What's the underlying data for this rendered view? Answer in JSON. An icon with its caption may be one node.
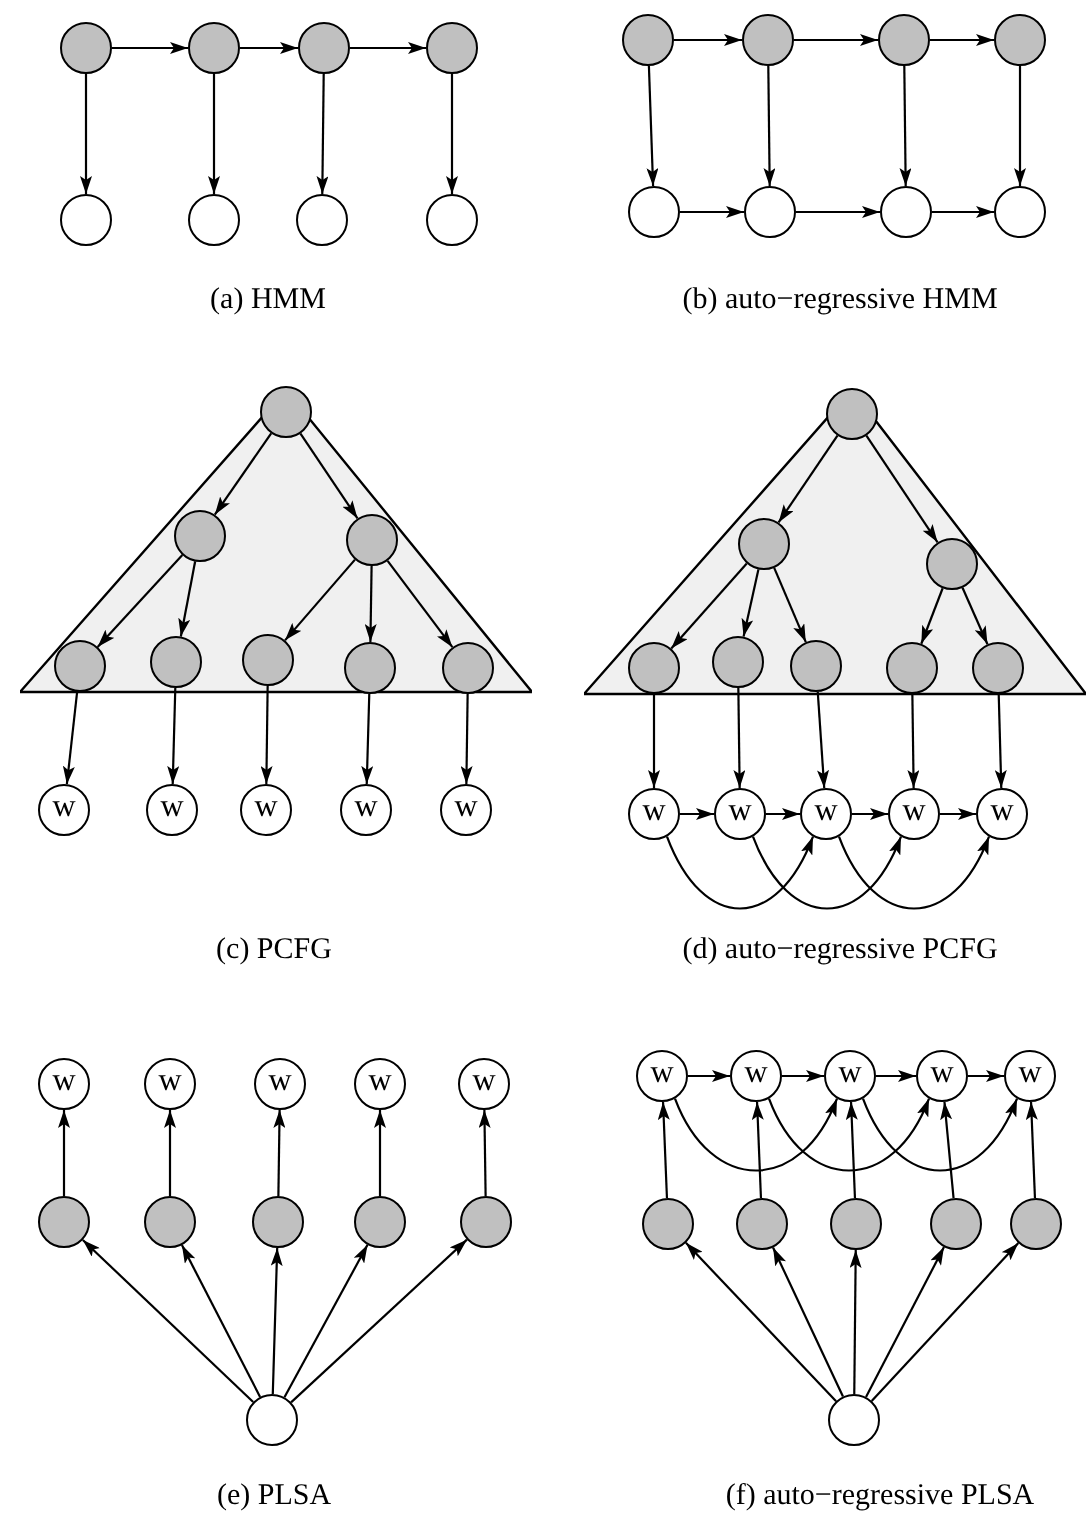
{
  "diagram": {
    "nodes": [
      {
        "text": [],
        "shape": "circle"
      },
      {
        "text": [],
        "shape": "circle"
      },
      {
        "text": [],
        "shape": "circle"
      },
      {
        "text": [],
        "shape": "circle"
      },
      {
        "text": [],
        "shape": "circle"
      },
      {
        "text": [],
        "shape": "circle"
      },
      {
        "text": [],
        "shape": "circle"
      },
      {
        "text": [],
        "shape": "circle"
      },
      {
        "text": [],
        "shape": "circle"
      },
      {
        "text": [],
        "shape": "circle"
      },
      {
        "text": [],
        "shape": "circle"
      },
      {
        "text": [],
        "shape": "circle"
      },
      {
        "text": [],
        "shape": "circle"
      },
      {
        "text": [],
        "shape": "circle"
      },
      {
        "text": [],
        "shape": "circle"
      },
      {
        "text": [],
        "shape": "circle"
      },
      {
        "text": [],
        "shape": "triangle"
      },
      {
        "text": [],
        "shape": "circle",
        "in": 16
      },
      {
        "text": [],
        "shape": "circle",
        "in": 16
      },
      {
        "text": [],
        "shape": "circle",
        "in": 16
      },
      {
        "text": [],
        "shape": "circle",
        "in": 16
      },
      {
        "text": [],
        "shape": "circle",
        "in": 16
      },
      {
        "text": [],
        "shape": "circle",
        "in": 16
      },
      {
        "text": [],
        "shape": "circle",
        "in": 16
      },
      {
        "text": [],
        "shape": "circle",
        "in": 16
      },
      {
        "text": [
          "w"
        ]
      },
      {
        "text": [
          "w"
        ]
      },
      {
        "text": [
          "w"
        ]
      },
      {
        "text": [
          "w"
        ]
      },
      {
        "text": [
          "w"
        ]
      },
      {
        "text": [],
        "shape": "triangle"
      },
      {
        "text": [],
        "shape": "circle",
        "in": 30
      },
      {
        "text": [],
        "shape": "circle",
        "in": 30
      },
      {
        "text": [],
        "shape": "circle",
        "in": 30
      },
      {
        "text": [],
        "shape": "circle",
        "in": 30
      },
      {
        "text": [],
        "shape": "circle",
        "in": 30
      },
      {
        "text": [],
        "shape": "circle",
        "in": 30
      },
      {
        "text": [],
        "shape": "circle",
        "in": 30
      },
      {
        "text": [],
        "shape": "circle",
        "in": 30
      },
      {
        "text": [
          "w"
        ]
      },
      {
        "text": [
          "w"
        ]
      },
      {
        "text": [
          "w"
        ]
      },
      {
        "text": [
          "w"
        ]
      },
      {
        "text": [
          "w"
        ]
      },
      {
        "text": [
          "w"
        ]
      },
      {
        "text": [
          "w"
        ]
      },
      {
        "text": [
          "w"
        ]
      },
      {
        "text": [
          "w"
        ]
      },
      {
        "text": [
          "w"
        ]
      },
      {
        "text": [],
        "shape": "circle"
      },
      {
        "text": [],
        "shape": "circle"
      },
      {
        "text": [],
        "shape": "circle"
      },
      {
        "text": [],
        "shape": "circle"
      },
      {
        "text": [],
        "shape": "circle"
      },
      {
        "text": [],
        "shape": "circle"
      },
      {
        "text": [
          "w"
        ]
      },
      {
        "text": [
          "w"
        ]
      },
      {
        "text": [
          "w"
        ]
      },
      {
        "text": [
          "w"
        ]
      },
      {
        "text": [
          "w"
        ]
      },
      {
        "text": [],
        "shape": "circle"
      },
      {
        "text": [],
        "shape": "circle"
      },
      {
        "text": [],
        "shape": "circle"
      },
      {
        "text": [],
        "shape": "circle"
      },
      {
        "text": [],
        "shape": "circle"
      },
      {
        "text": [],
        "shape": "circle"
      }
    ],
    "edges": [
      {
        "from": 0,
        "to": 1,
        "arrow": "to"
      },
      {
        "from": 1,
        "to": 2,
        "arrow": "to"
      },
      {
        "from": 2,
        "to": 3,
        "arrow": "to"
      },
      {
        "from": 0,
        "to": 4,
        "arrow": "to"
      },
      {
        "from": 1,
        "to": 5,
        "arrow": "to"
      },
      {
        "from": 2,
        "to": 6,
        "arrow": "to"
      },
      {
        "from": 3,
        "to": 7,
        "arrow": "to"
      },
      {
        "from": 8,
        "to": 9,
        "arrow": "to"
      },
      {
        "from": 9,
        "to": 10,
        "arrow": "to"
      },
      {
        "from": 10,
        "to": 11,
        "arrow": "to"
      },
      {
        "from": 8,
        "to": 12,
        "arrow": "to"
      },
      {
        "from": 9,
        "to": 13,
        "arrow": "to"
      },
      {
        "from": 10,
        "to": 14,
        "arrow": "to"
      },
      {
        "from": 11,
        "to": 15,
        "arrow": "to"
      },
      {
        "from": 12,
        "to": 13,
        "arrow": "to"
      },
      {
        "from": 13,
        "to": 14,
        "arrow": "to"
      },
      {
        "from": 14,
        "to": 15,
        "arrow": "to"
      },
      {
        "from": 17,
        "to": 18,
        "arrow": "to"
      },
      {
        "from": 17,
        "to": 19,
        "arrow": "to"
      },
      {
        "from": 18,
        "to": 20,
        "arrow": "to"
      },
      {
        "from": 18,
        "to": 21,
        "arrow": "to"
      },
      {
        "from": 19,
        "to": 22,
        "arrow": "to"
      },
      {
        "from": 19,
        "to": 23,
        "arrow": "to"
      },
      {
        "from": 19,
        "to": 24,
        "arrow": "to"
      },
      {
        "from": 20,
        "to": 25,
        "arrow": "to"
      },
      {
        "from": 21,
        "to": 26,
        "arrow": "to"
      },
      {
        "from": 22,
        "to": 27,
        "arrow": "to"
      },
      {
        "from": 23,
        "to": 28,
        "arrow": "to"
      },
      {
        "from": 24,
        "to": 29,
        "arrow": "to"
      },
      {
        "from": 31,
        "to": 32,
        "arrow": "to"
      },
      {
        "from": 31,
        "to": 33,
        "arrow": "to"
      },
      {
        "from": 32,
        "to": 34,
        "arrow": "to"
      },
      {
        "from": 32,
        "to": 35,
        "arrow": "to"
      },
      {
        "from": 32,
        "to": 36,
        "arrow": "to"
      },
      {
        "from": 33,
        "to": 37,
        "arrow": "to"
      },
      {
        "from": 33,
        "to": 38,
        "arrow": "to"
      },
      {
        "from": 34,
        "to": 39,
        "arrow": "to"
      },
      {
        "from": 35,
        "to": 40,
        "arrow": "to"
      },
      {
        "from": 36,
        "to": 41,
        "arrow": "to"
      },
      {
        "from": 37,
        "to": 42,
        "arrow": "to"
      },
      {
        "from": 38,
        "to": 43,
        "arrow": "to"
      },
      {
        "from": 39,
        "to": 40,
        "arrow": "to"
      },
      {
        "from": 40,
        "to": 41,
        "arrow": "to"
      },
      {
        "from": 41,
        "to": 42,
        "arrow": "to"
      },
      {
        "from": 42,
        "to": 43,
        "arrow": "to"
      },
      {
        "from": 39,
        "to": 41,
        "arrow": "to"
      },
      {
        "from": 40,
        "to": 42,
        "arrow": "to"
      },
      {
        "from": 41,
        "to": 43,
        "arrow": "to"
      },
      {
        "from": 54,
        "to": 49,
        "arrow": "to"
      },
      {
        "from": 54,
        "to": 50,
        "arrow": "to"
      },
      {
        "from": 54,
        "to": 51,
        "arrow": "to"
      },
      {
        "from": 54,
        "to": 52,
        "arrow": "to"
      },
      {
        "from": 54,
        "to": 53,
        "arrow": "to"
      },
      {
        "from": 49,
        "to": 44,
        "arrow": "to"
      },
      {
        "from": 50,
        "to": 45,
        "arrow": "to"
      },
      {
        "from": 51,
        "to": 46,
        "arrow": "to"
      },
      {
        "from": 52,
        "to": 47,
        "arrow": "to"
      },
      {
        "from": 53,
        "to": 48,
        "arrow": "to"
      },
      {
        "from": 65,
        "to": 60,
        "arrow": "to"
      },
      {
        "from": 65,
        "to": 61,
        "arrow": "to"
      },
      {
        "from": 65,
        "to": 62,
        "arrow": "to"
      },
      {
        "from": 65,
        "to": 63,
        "arrow": "to"
      },
      {
        "from": 65,
        "to": 64,
        "arrow": "to"
      },
      {
        "from": 60,
        "to": 55,
        "arrow": "to"
      },
      {
        "from": 61,
        "to": 56,
        "arrow": "to"
      },
      {
        "from": 62,
        "to": 57,
        "arrow": "to"
      },
      {
        "from": 63,
        "to": 58,
        "arrow": "to"
      },
      {
        "from": 64,
        "to": 59,
        "arrow": "to"
      },
      {
        "from": 55,
        "to": 56,
        "arrow": "to"
      },
      {
        "from": 56,
        "to": 57,
        "arrow": "to"
      },
      {
        "from": 57,
        "to": 58,
        "arrow": "to"
      },
      {
        "from": 58,
        "to": 59,
        "arrow": "to"
      },
      {
        "from": 55,
        "to": 57,
        "arrow": "to"
      },
      {
        "from": 56,
        "to": 58,
        "arrow": "to"
      },
      {
        "from": 57,
        "to": 59,
        "arrow": "to"
      }
    ],
    "labels": [
      "(a) HMM",
      "(b) auto−regressive HMM",
      "(c) PCFG",
      "(d) auto−regressive PCFG",
      "(e) PLSA",
      "(f) auto−regressive PLSA"
    ]
  }
}
